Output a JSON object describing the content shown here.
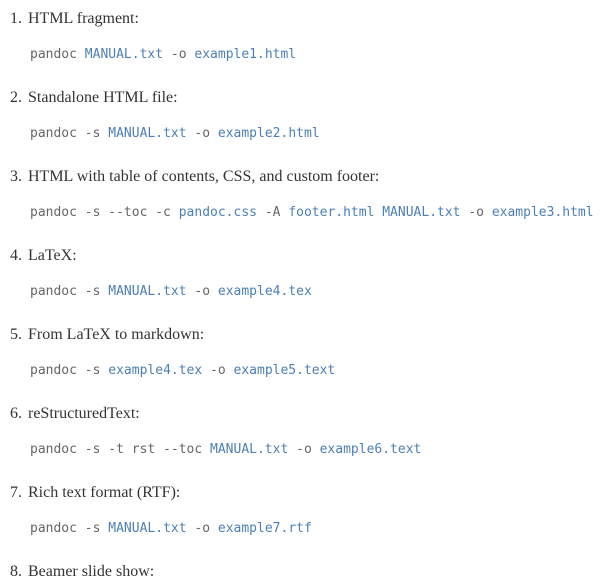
{
  "page": {
    "background": "#ffffff"
  },
  "colors": {
    "heading_text": "#333333",
    "code_text": "#666666",
    "link": "#4c7fb5"
  },
  "list": {
    "items": [
      {
        "number": "1.",
        "label": "HTML fragment:",
        "command": {
          "segments": [
            {
              "text": "pandoc ",
              "type": "plain"
            },
            {
              "text": "MANUAL.txt",
              "type": "link"
            },
            {
              "text": " -o ",
              "type": "plain"
            },
            {
              "text": "example1.html",
              "type": "link"
            }
          ]
        }
      },
      {
        "number": "2.",
        "label": "Standalone HTML file:",
        "command": {
          "segments": [
            {
              "text": "pandoc -s ",
              "type": "plain"
            },
            {
              "text": "MANUAL.txt",
              "type": "link"
            },
            {
              "text": " -o ",
              "type": "plain"
            },
            {
              "text": "example2.html",
              "type": "link"
            }
          ]
        }
      },
      {
        "number": "3.",
        "label": "HTML with table of contents, CSS, and custom footer:",
        "command": {
          "segments": [
            {
              "text": "pandoc -s --toc -c ",
              "type": "plain"
            },
            {
              "text": "pandoc.css",
              "type": "link"
            },
            {
              "text": " -A ",
              "type": "plain"
            },
            {
              "text": "footer.html",
              "type": "link"
            },
            {
              "text": " ",
              "type": "plain"
            },
            {
              "text": "MANUAL.txt",
              "type": "link"
            },
            {
              "text": " -o ",
              "type": "plain"
            },
            {
              "text": "example3.html",
              "type": "link"
            }
          ]
        }
      },
      {
        "number": "4.",
        "label": "LaTeX:",
        "command": {
          "segments": [
            {
              "text": "pandoc -s ",
              "type": "plain"
            },
            {
              "text": "MANUAL.txt",
              "type": "link"
            },
            {
              "text": " -o ",
              "type": "plain"
            },
            {
              "text": "example4.tex",
              "type": "link"
            }
          ]
        }
      },
      {
        "number": "5.",
        "label": "From LaTeX to markdown:",
        "command": {
          "segments": [
            {
              "text": "pandoc -s ",
              "type": "plain"
            },
            {
              "text": "example4.tex",
              "type": "link"
            },
            {
              "text": " -o ",
              "type": "plain"
            },
            {
              "text": "example5.text",
              "type": "link"
            }
          ]
        }
      },
      {
        "number": "6.",
        "label": "reStructuredText:",
        "command": {
          "segments": [
            {
              "text": "pandoc -s -t rst --toc ",
              "type": "plain"
            },
            {
              "text": "MANUAL.txt",
              "type": "link"
            },
            {
              "text": " -o ",
              "type": "plain"
            },
            {
              "text": "example6.text",
              "type": "link"
            }
          ]
        }
      },
      {
        "number": "7.",
        "label": "Rich text format (RTF):",
        "command": {
          "segments": [
            {
              "text": "pandoc -s ",
              "type": "plain"
            },
            {
              "text": "MANUAL.txt",
              "type": "link"
            },
            {
              "text": " -o ",
              "type": "plain"
            },
            {
              "text": "example7.rtf",
              "type": "link"
            }
          ]
        }
      },
      {
        "number": "8.",
        "label": "Beamer slide show:"
      }
    ]
  }
}
